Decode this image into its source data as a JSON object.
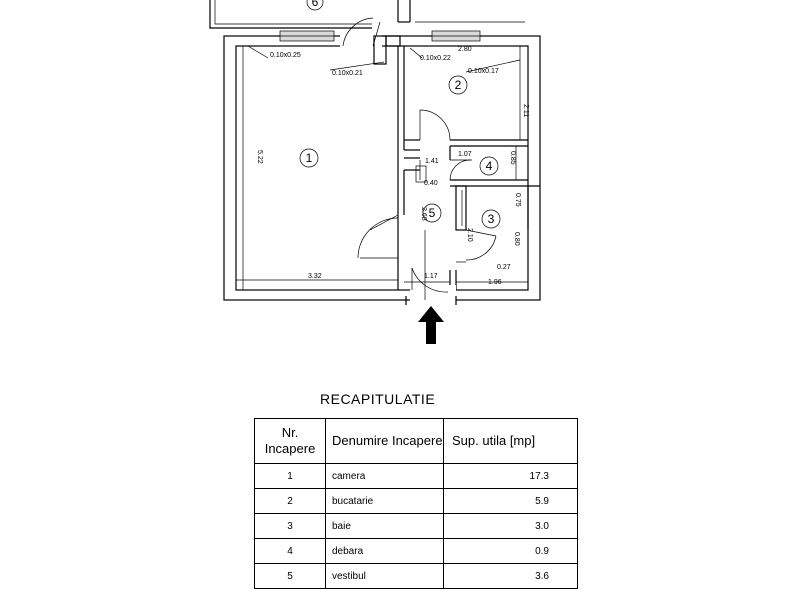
{
  "plan": {
    "rooms": [
      {
        "num": "1"
      },
      {
        "num": "2"
      },
      {
        "num": "3"
      },
      {
        "num": "4"
      },
      {
        "num": "5"
      },
      {
        "num": "6"
      }
    ],
    "dimensions": [
      "0.10x0.25",
      "0.10x0.21",
      "0.10x0.22",
      "2.80",
      "0.10x0.17",
      "2.11",
      "5.22",
      "1.41",
      "1.07",
      "0.85",
      "0.40",
      "2.68",
      "0.75",
      "2.10",
      "0.80",
      "0.27",
      "3.32",
      "1.17",
      "1.96"
    ]
  },
  "recap": {
    "title": "RECAPITULATIE",
    "headers": {
      "nr": "Nr. Incapere",
      "name": "Denumire Incapere",
      "area": "Sup. utila [mp]"
    },
    "rows": [
      {
        "nr": "1",
        "name": "camera",
        "area": "17.3"
      },
      {
        "nr": "2",
        "name": "bucatarie",
        "area": "5.9"
      },
      {
        "nr": "3",
        "name": "baie",
        "area": "3.0"
      },
      {
        "nr": "4",
        "name": "debara",
        "area": "0.9"
      },
      {
        "nr": "5",
        "name": "vestibul",
        "area": "3.6"
      }
    ]
  }
}
